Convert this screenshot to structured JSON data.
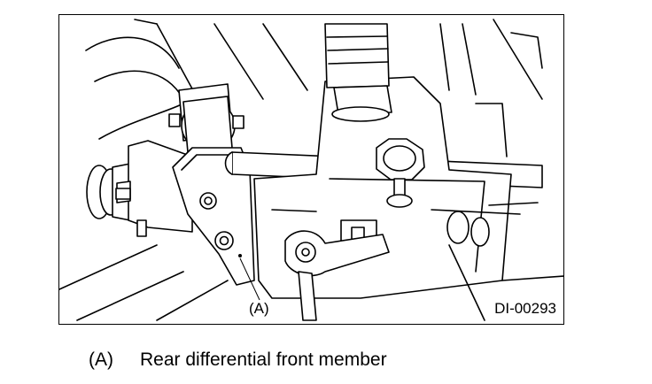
{
  "figure": {
    "callout": "(A)",
    "figure_id": "DI-00293"
  },
  "legend": {
    "key": "(A)",
    "text": "Rear differential front member"
  }
}
